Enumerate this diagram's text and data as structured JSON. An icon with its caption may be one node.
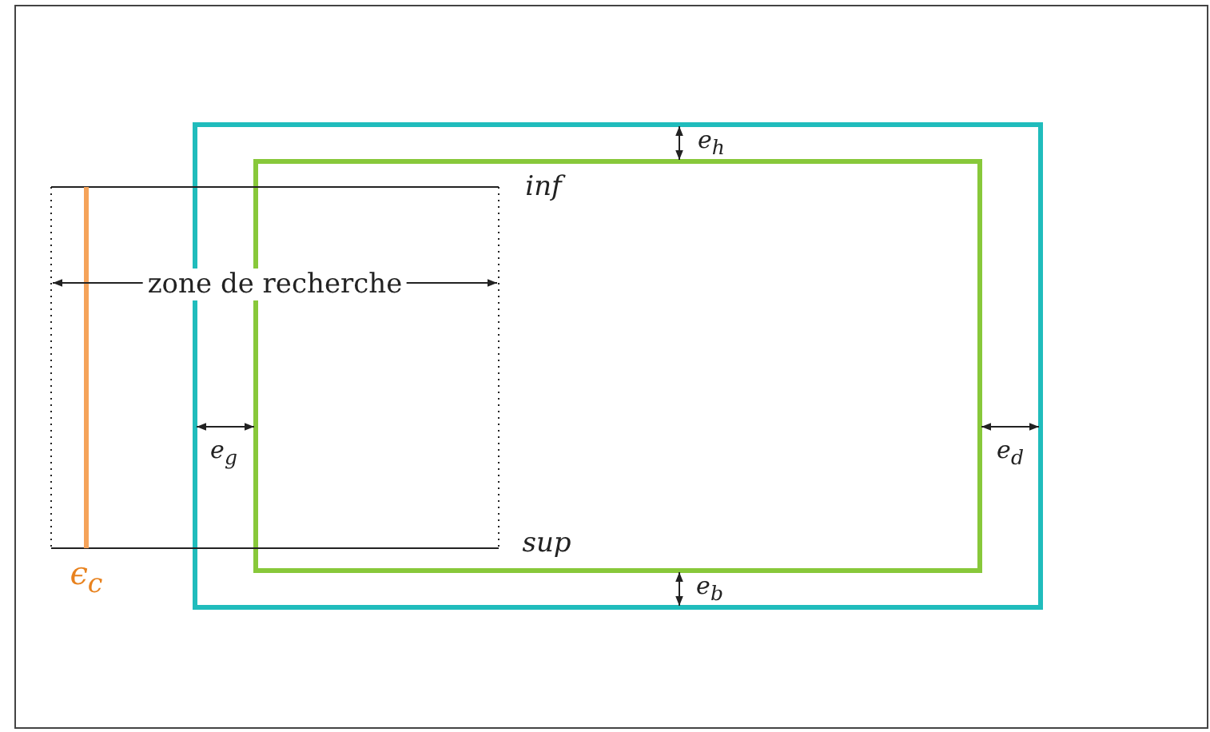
{
  "diagram": {
    "labels": [
      "e$_{h}$",
      "inf",
      "zone de recherche",
      "e$_{g}$",
      "e$_{d}$",
      "sup",
      "ϵ$_{c}$",
      "e$_{b}$"
    ]
  }
}
